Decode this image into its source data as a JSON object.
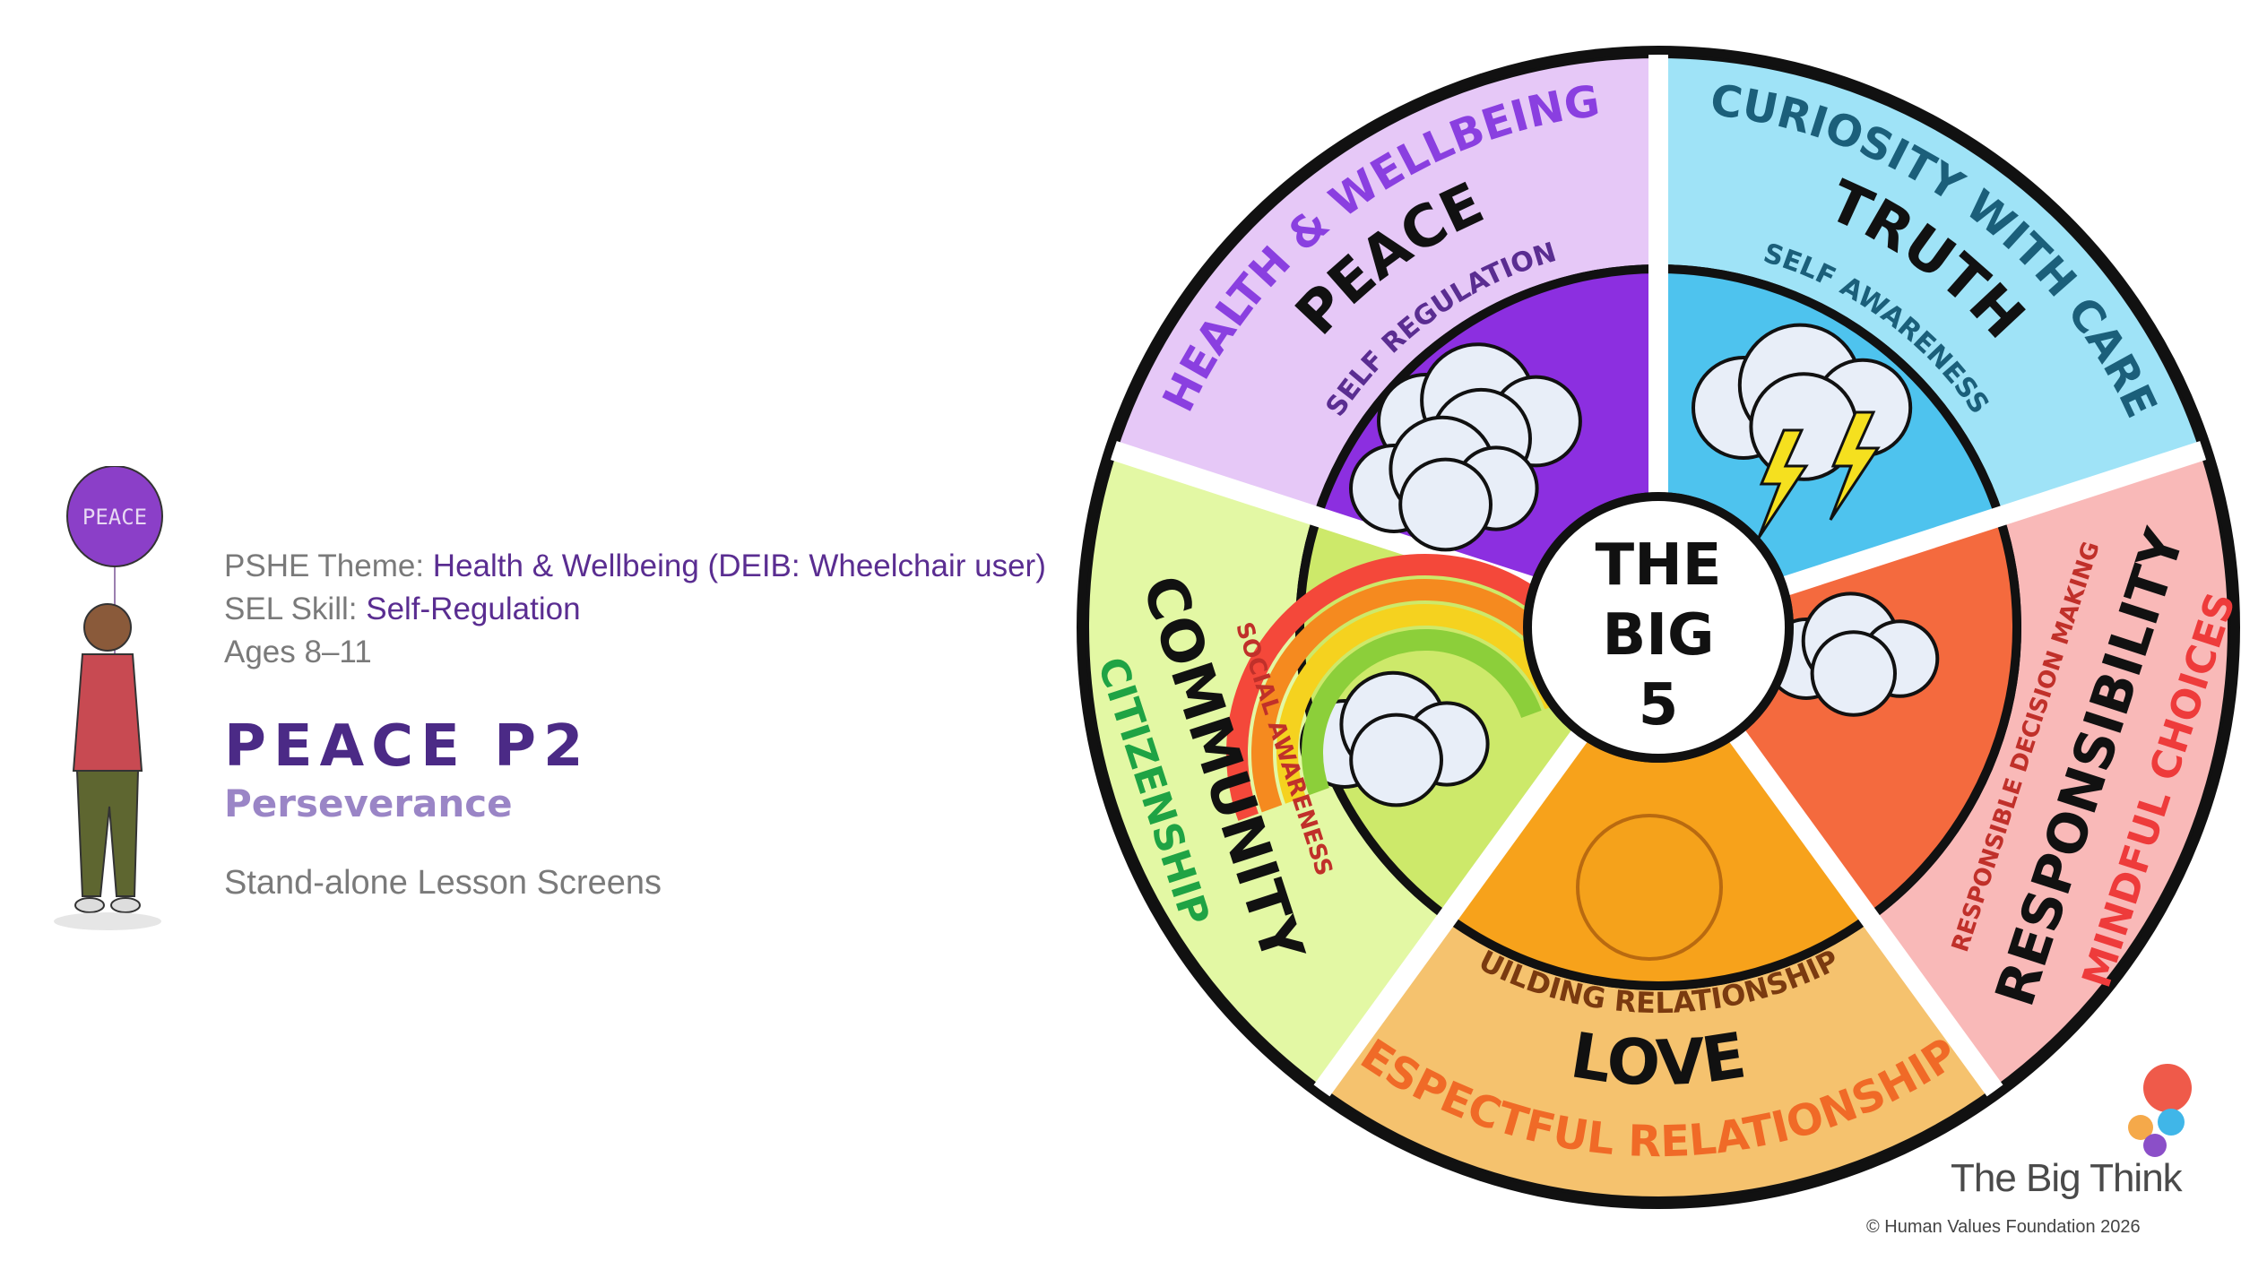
{
  "figure": {
    "balloon_text": "PEACE"
  },
  "info": {
    "pshe_label": "PSHE Theme:",
    "pshe_value": "Health & Wellbeing (DEIB: Wheelchair user)",
    "sel_label": "SEL Skill:",
    "sel_value": "Self-Regulation",
    "ages": "Ages 8–11",
    "lesson_title": "PEACE P2",
    "lesson_subtitle": "Perseverance",
    "screens_note": "Stand-alone Lesson Screens"
  },
  "wheel": {
    "center": [
      "THE",
      "BIG",
      "5"
    ],
    "segments": [
      {
        "outer": "HEALTH & WELLBEING",
        "value": "PEACE",
        "skill": "SELF REGULATION"
      },
      {
        "outer": "CURIOSITY WITH CARE",
        "value": "TRUTH",
        "skill": "SELF AWARENESS"
      },
      {
        "outer": "MINDFUL CHOICES",
        "value": "RESPONSIBILITY",
        "skill": "RESPONSIBLE DECISION MAKING"
      },
      {
        "outer": "RESPECTFUL RELATIONSHIPS",
        "value": "LOVE",
        "skill": "BUILDING RELATIONSHIPS"
      },
      {
        "outer": "CITIZENSHIP",
        "value": "COMMUNITY",
        "skill": "SOCIAL AWARENESS"
      }
    ],
    "colors": {
      "peace_outer": "#e6c8f7",
      "peace_inner": "#8c2fe0",
      "peace_text": "#8a3fe0",
      "truth_outer": "#9fe3f7",
      "truth_inner": "#4ec3ee",
      "truth_text": "#1b5f7a",
      "resp_outer": "#f9b9b8",
      "resp_inner": "#f46a3e",
      "resp_text": "#ee3b3b",
      "love_outer": "#f5c26e",
      "love_inner": "#f7a21b",
      "love_text": "#f06a27",
      "comm_outer": "#e3f8a4",
      "comm_inner": "#cde96a",
      "comm_text": "#1fa344"
    }
  },
  "footer": {
    "brand": "The Big Think",
    "copyright": "© Human Values Foundation 2026"
  }
}
